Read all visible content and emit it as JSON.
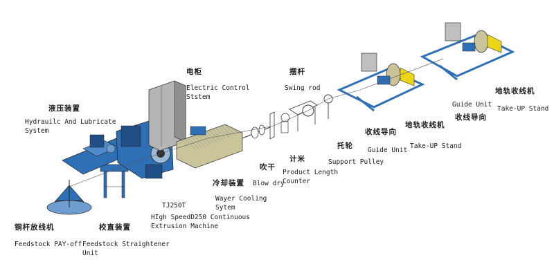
{
  "labels": {
    "hydraulic_cn": "液压装置",
    "hydraulic_en": "Hydrauilc And Lubricate\nSystem",
    "electric_cn": "电柜",
    "electric_en": "Electric Control\nStstem",
    "swing_cn": "摆杆",
    "swing_en": "Swing rod",
    "payoff_cn": "铜杆放线机",
    "payoff_en": "Feedstock PAY-off",
    "straightener_cn": "校直装置",
    "straightener_en": "Feedstock Straightener\nUnit",
    "extrusion_model": "TJ250T",
    "extrusion_en": "HIgh SpeedD250 Continuous\nExtrusion Machine",
    "cooling_cn": "冷却装置",
    "cooling_en": "Wayer Cooling\nSytem",
    "blowdry_cn": "吹干",
    "blowdry_en": "Blow dry",
    "counter_cn": "计米",
    "counter_en": "Product Length\nCounter",
    "pulley_cn": "托轮",
    "pulley_en": "Support Pulley",
    "guide1_cn": "收线导向",
    "guide1_en": "Guide Unit",
    "takeup1_cn": "地轨收线机",
    "takeup1_en": "Take-UP Stand",
    "guide2_en": "Guide Unit",
    "guide2_cn": "收线导向",
    "takeup2_cn": "地轨收线机",
    "takeup2_en": "Take-UP Stand"
  },
  "colors": {
    "machine_blue": "#2f6fb5",
    "machine_dark": "#1f4f85",
    "cabinet_gray": "#b5b5b5",
    "tank_olive": "#c9c49a",
    "reel_yellow": "#ecd516",
    "line": "#333333"
  }
}
